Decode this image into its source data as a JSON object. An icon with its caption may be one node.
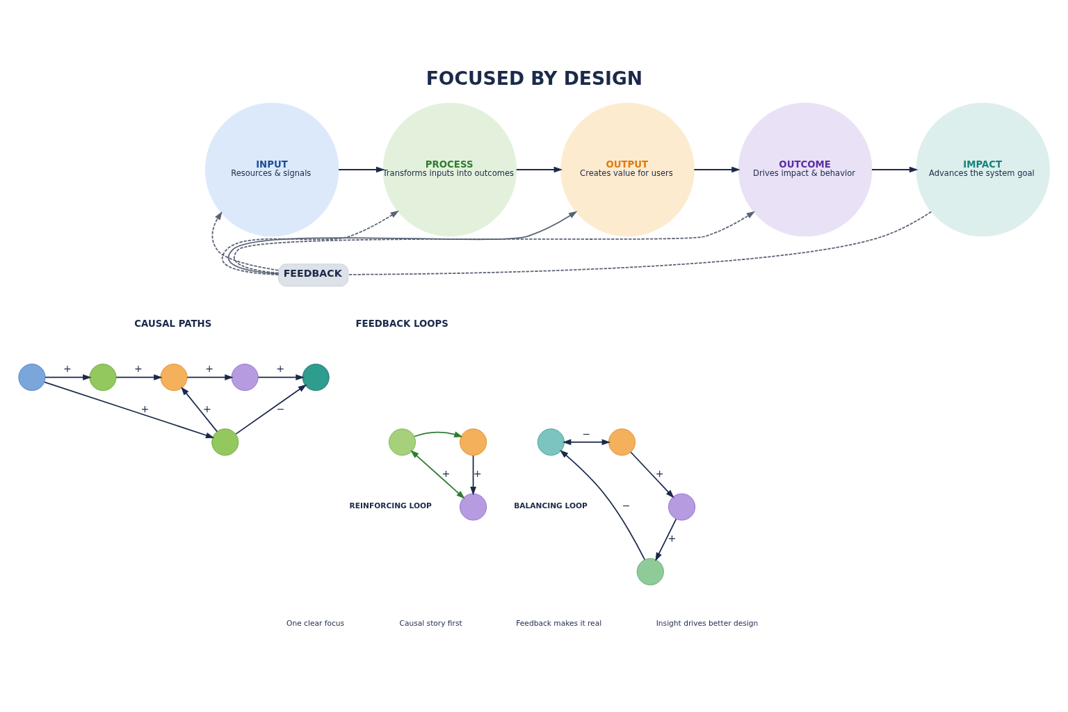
{
  "diagram": {
    "title": "FOCUSED BY DESIGN",
    "nodes": [
      {
        "text": [
          "INPUT",
          "Resources & signals"
        ]
      },
      {
        "text": [
          "PROCESS",
          "Transforms inputs into outcomes"
        ]
      },
      {
        "text": [
          "OUTPUT",
          "Creates value for users"
        ]
      },
      {
        "text": [
          "OUTCOME",
          "Drives impact & behavior"
        ]
      },
      {
        "text": [
          "IMPACT",
          "Advances the system goal"
        ]
      },
      {
        "text": [
          "FEEDBACK"
        ]
      },
      {
        "text": [],
        "shape": "circle"
      },
      {
        "text": [],
        "shape": "circle"
      },
      {
        "text": [],
        "shape": "circle"
      },
      {
        "text": [],
        "shape": "circle"
      },
      {
        "text": [],
        "shape": "circle"
      },
      {
        "text": [],
        "shape": "circle"
      },
      {
        "text": [],
        "shape": "circle"
      },
      {
        "text": [],
        "shape": "circle"
      },
      {
        "text": [],
        "shape": "circle"
      },
      {
        "text": [],
        "shape": "circle"
      },
      {
        "text": [],
        "shape": "circle"
      },
      {
        "text": [],
        "shape": "circle"
      },
      {
        "text": [],
        "shape": "circle"
      }
    ],
    "edges": [
      {
        "from": 0,
        "to": 1,
        "arrow": "to"
      },
      {
        "from": 1,
        "to": 2,
        "arrow": "to"
      },
      {
        "from": 2,
        "to": 3,
        "arrow": "to"
      },
      {
        "from": 3,
        "to": 4,
        "arrow": "to"
      },
      {
        "from": 5,
        "to": 0,
        "arrow": "to",
        "style": "dashed",
        "color": "#5a6275"
      },
      {
        "from": 5,
        "to": 1,
        "arrow": "to",
        "style": "dashed",
        "color": "#5a6275"
      },
      {
        "from": 5,
        "to": 2,
        "arrow": "to",
        "color": "#5a6275"
      },
      {
        "from": 5,
        "to": 3,
        "arrow": "to",
        "style": "dashed",
        "color": "#5a6275"
      },
      {
        "from": 4,
        "to": 5,
        "arrow": "none",
        "style": "dashed",
        "color": "#5a6275"
      },
      {
        "from": 6,
        "to": 7,
        "arrow": "to",
        "label": "+"
      },
      {
        "from": 7,
        "to": 8,
        "arrow": "to",
        "label": "+"
      },
      {
        "from": 8,
        "to": 9,
        "arrow": "to",
        "label": "+"
      },
      {
        "from": 9,
        "to": 10,
        "arrow": "to",
        "label": "+"
      },
      {
        "from": 6,
        "to": 11,
        "arrow": "to",
        "label": "+"
      },
      {
        "from": 11,
        "to": 8,
        "arrow": "to",
        "label": "+"
      },
      {
        "from": 11,
        "to": 10,
        "arrow": "to",
        "label": "−"
      },
      {
        "from": 12,
        "to": 13,
        "arrow": "to",
        "color": "#2e7d32"
      },
      {
        "from": 13,
        "to": 14,
        "arrow": "to",
        "label": "+"
      },
      {
        "from": 14,
        "to": 12,
        "arrow": "both",
        "label": "+",
        "color": "#2e7d32"
      },
      {
        "from": 15,
        "to": 16,
        "arrow": "both",
        "label": "−"
      },
      {
        "from": 16,
        "to": 17,
        "arrow": "to",
        "label": "+"
      },
      {
        "from": 17,
        "to": 18,
        "arrow": "to",
        "label": "+"
      },
      {
        "from": 18,
        "to": 15,
        "arrow": "to",
        "label": "−"
      }
    ],
    "labels": [
      "CAUSAL PATHS",
      "FEEDBACK LOOPS",
      "REINFORCING LOOP",
      "BALANCING LOOP",
      "One clear focus",
      "Causal story first",
      "Feedback makes it real",
      "Insight drives better design"
    ]
  }
}
